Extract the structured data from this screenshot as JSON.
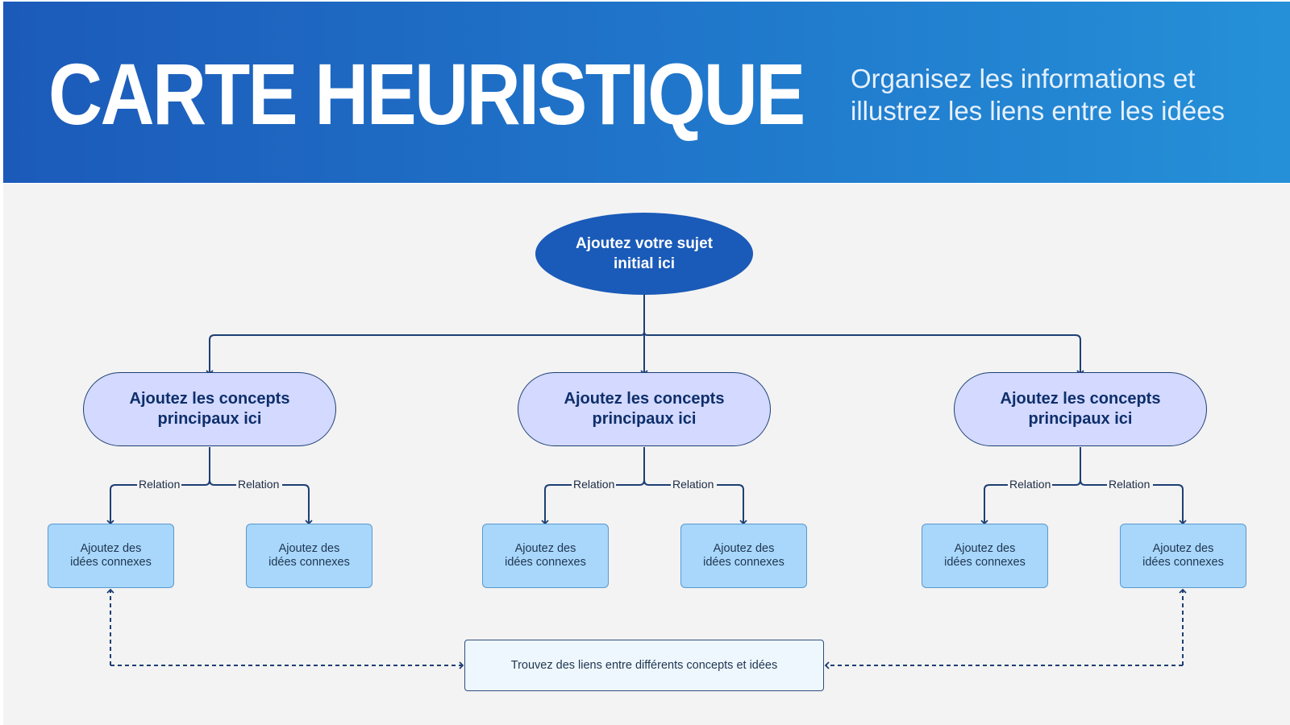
{
  "header": {
    "title": "CARTE HEURISTIQUE",
    "subtitle_line1": "Organisez les informations et",
    "subtitle_line2": "illustrez les liens entre les idées"
  },
  "diagram": {
    "root": {
      "line1": "Ajoutez votre sujet",
      "line2": "initial ici"
    },
    "concepts": [
      {
        "line1": "Ajoutez les concepts",
        "line2": "principaux ici",
        "relations": [
          "Relation",
          "Relation"
        ],
        "ideas": [
          {
            "line1": "Ajoutez des",
            "line2": "idées connexes"
          },
          {
            "line1": "Ajoutez des",
            "line2": "idées connexes"
          }
        ]
      },
      {
        "line1": "Ajoutez les concepts",
        "line2": "principaux ici",
        "relations": [
          "Relation",
          "Relation"
        ],
        "ideas": [
          {
            "line1": "Ajoutez des",
            "line2": "idées connexes"
          },
          {
            "line1": "Ajoutez des",
            "line2": "idées connexes"
          }
        ]
      },
      {
        "line1": "Ajoutez les concepts",
        "line2": "principaux ici",
        "relations": [
          "Relation",
          "Relation"
        ],
        "ideas": [
          {
            "line1": "Ajoutez des",
            "line2": "idées connexes"
          },
          {
            "line1": "Ajoutez des",
            "line2": "idées connexes"
          }
        ]
      }
    ],
    "footer": "Trouvez des liens entre différents concepts et idées"
  },
  "colors": {
    "header_start": "#1c5ab9",
    "header_end": "#2590d8",
    "root_fill": "#1a5ab8",
    "concept_fill": "#d3d9ff",
    "idea_fill": "#a8d7fb",
    "connector": "#1d3f74",
    "background": "#f3f3f3"
  }
}
